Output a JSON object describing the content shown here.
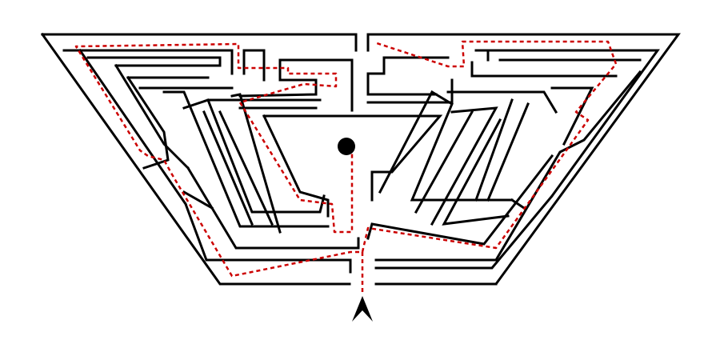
{
  "diagram": {
    "kind": "maze",
    "background_color": "#ffffff",
    "wall_color": "#000000",
    "solution_color": "#cc0000",
    "goal_marker": "filled-circle",
    "entrance_marker": "arrowhead-up"
  }
}
